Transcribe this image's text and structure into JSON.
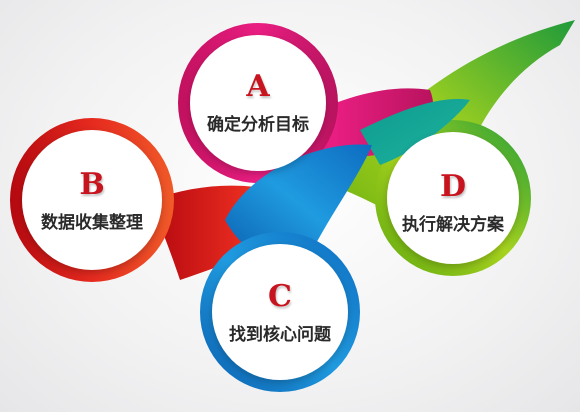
{
  "steps": [
    {
      "letter": "A",
      "label": "确定分析目标",
      "color": "#e6127c"
    },
    {
      "letter": "B",
      "label": "数据收集整理",
      "color": "#e3201b"
    },
    {
      "letter": "C",
      "label": "找到核心问题",
      "color": "#1a8fd8"
    },
    {
      "letter": "D",
      "label": "执行解决方案",
      "color": "#8cc21a"
    }
  ],
  "letter_color": "#c8141e"
}
